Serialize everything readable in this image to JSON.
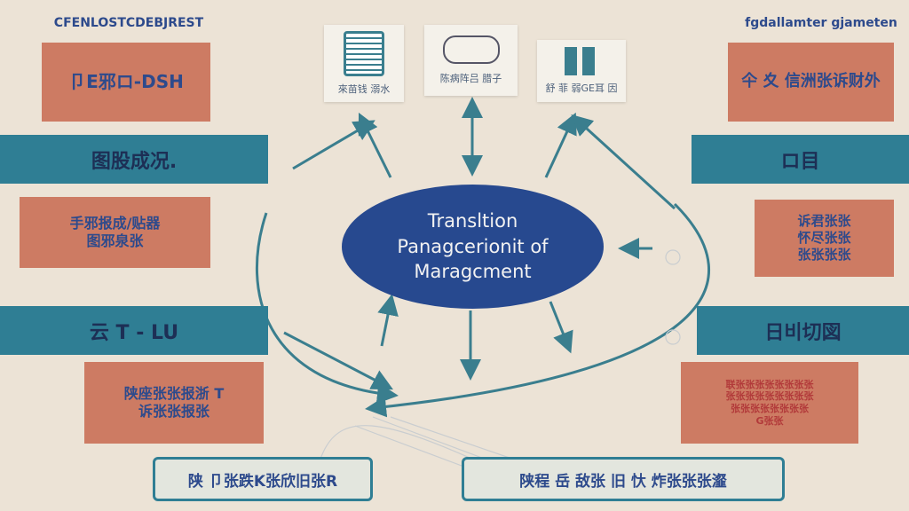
{
  "header": {
    "left": "CFENLOSTCDEBJREST",
    "right": "fgdallamter gjameten"
  },
  "center": {
    "line1": "Transltion",
    "line2": "Panagcerionit of",
    "line3": "Maragcment"
  },
  "icons": [
    {
      "label": "來苗钱 溺水",
      "icon": "database-icon"
    },
    {
      "label": "陈病阵吕 腊子",
      "icon": "cloud-icon"
    },
    {
      "label": "舒 菲 弱GE耳 因",
      "icon": "server-icon"
    }
  ],
  "left": {
    "box1": "卩E邪ロ-DSH",
    "bar1": "图股成况.",
    "box2": "手邪报成/贴器\n图邪泉张",
    "bar2": "云 T - LU",
    "box3": "陕座张张报浙 T\n诉张张报张"
  },
  "right": {
    "box1": "仐 夊 信洲张诉财外",
    "bar1": "ロ目",
    "box2": "诉君张张\n怀尽张张\n张张张张",
    "bar2": "日비切図",
    "box3": "联张张张张张张张张\n张张张张张张张张张\n张张张张张张张张\nG张张"
  },
  "bottom": {
    "btn1": "陕 卩张跌K张欣旧张R",
    "btn2": "陕程 岳 敌张 旧 忕 炸张张张瀣"
  },
  "colors": {
    "bg": "#ece3d6",
    "orange": "#cd7b63",
    "teal": "#2f7e94",
    "navy": "#27498f"
  }
}
